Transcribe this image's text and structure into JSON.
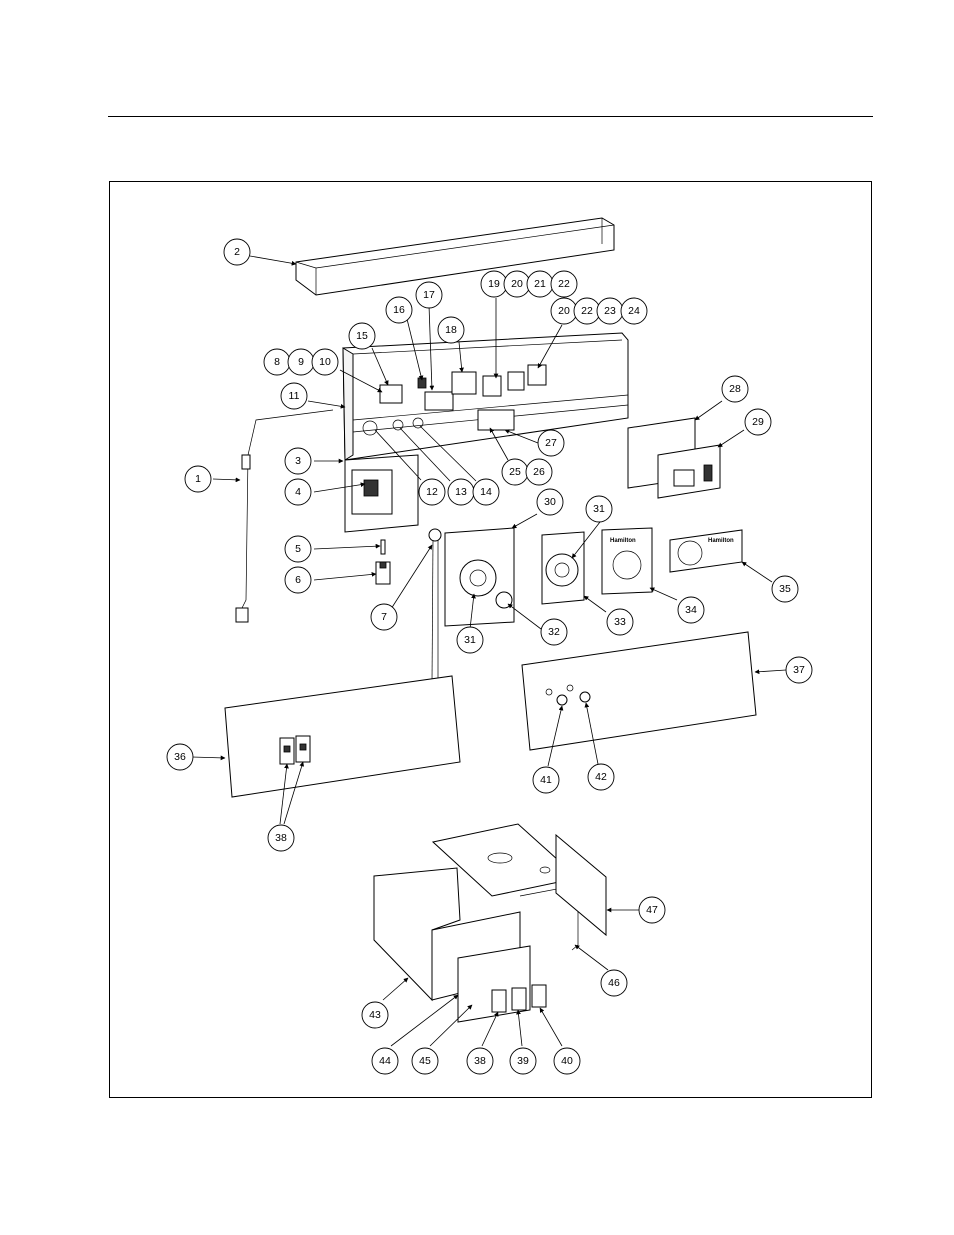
{
  "callouts": [
    {
      "id": "c1",
      "label": "1"
    },
    {
      "id": "c2",
      "label": "2"
    },
    {
      "id": "c3",
      "label": "3"
    },
    {
      "id": "c4",
      "label": "4"
    },
    {
      "id": "c5",
      "label": "5"
    },
    {
      "id": "c6",
      "label": "6"
    },
    {
      "id": "c7",
      "label": "7"
    },
    {
      "id": "c8",
      "label": "8"
    },
    {
      "id": "c9",
      "label": "9"
    },
    {
      "id": "c10",
      "label": "10"
    },
    {
      "id": "c11",
      "label": "11"
    },
    {
      "id": "c12",
      "label": "12"
    },
    {
      "id": "c13",
      "label": "13"
    },
    {
      "id": "c14",
      "label": "14"
    },
    {
      "id": "c15",
      "label": "15"
    },
    {
      "id": "c16",
      "label": "16"
    },
    {
      "id": "c17",
      "label": "17"
    },
    {
      "id": "c18",
      "label": "18"
    },
    {
      "id": "c19",
      "label": "19"
    },
    {
      "id": "c20a",
      "label": "20"
    },
    {
      "id": "c21",
      "label": "21"
    },
    {
      "id": "c22a",
      "label": "22"
    },
    {
      "id": "c20b",
      "label": "20"
    },
    {
      "id": "c22b",
      "label": "22"
    },
    {
      "id": "c23",
      "label": "23"
    },
    {
      "id": "c24",
      "label": "24"
    },
    {
      "id": "c25",
      "label": "25"
    },
    {
      "id": "c26",
      "label": "26"
    },
    {
      "id": "c27",
      "label": "27"
    },
    {
      "id": "c28",
      "label": "28"
    },
    {
      "id": "c29",
      "label": "29"
    },
    {
      "id": "c30",
      "label": "30"
    },
    {
      "id": "c31a",
      "label": "31"
    },
    {
      "id": "c31b",
      "label": "31"
    },
    {
      "id": "c32",
      "label": "32"
    },
    {
      "id": "c33",
      "label": "33"
    },
    {
      "id": "c34",
      "label": "34"
    },
    {
      "id": "c35",
      "label": "35"
    },
    {
      "id": "c36",
      "label": "36"
    },
    {
      "id": "c37",
      "label": "37"
    },
    {
      "id": "c38a",
      "label": "38"
    },
    {
      "id": "c38b",
      "label": "38"
    },
    {
      "id": "c39",
      "label": "39"
    },
    {
      "id": "c40",
      "label": "40"
    },
    {
      "id": "c41",
      "label": "41"
    },
    {
      "id": "c42",
      "label": "42"
    },
    {
      "id": "c43",
      "label": "43"
    },
    {
      "id": "c44",
      "label": "44"
    },
    {
      "id": "c45",
      "label": "45"
    },
    {
      "id": "c46",
      "label": "46"
    },
    {
      "id": "c47",
      "label": "47"
    }
  ],
  "dial_labels": {
    "brand": "Hamilton"
  },
  "colors": {
    "line": "#000000",
    "background": "#ffffff"
  }
}
